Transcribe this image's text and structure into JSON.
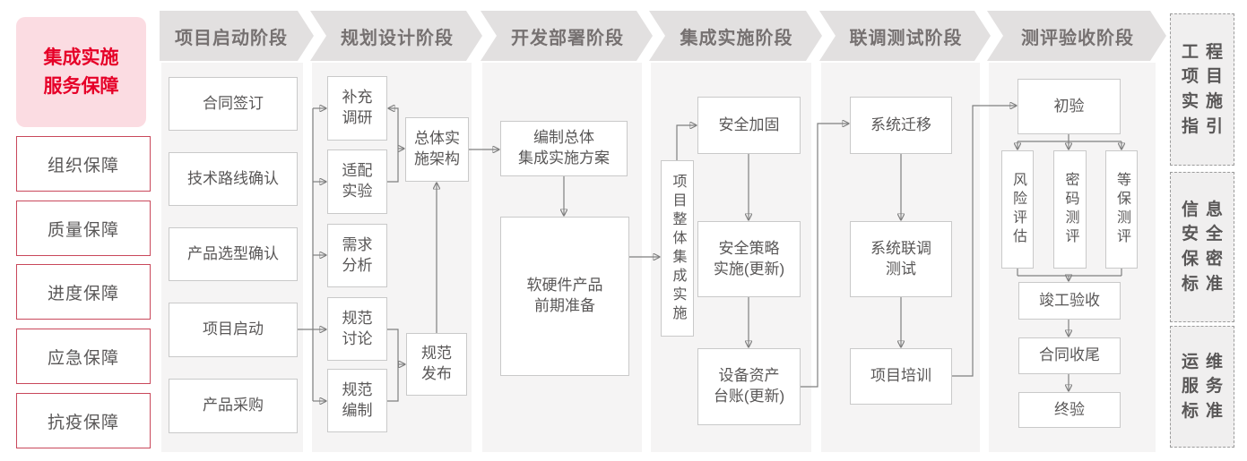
{
  "title_panel": {
    "label": "集成实施\n服务保障"
  },
  "sidebar_items": [
    "组织保障",
    "质量保障",
    "进度保障",
    "应急保障",
    "抗疫保障"
  ],
  "phases": [
    {
      "label": "项目启动阶段",
      "boxes": [
        "合同签订",
        "技术路线确认",
        "产品选型确认",
        "项目启动",
        "产品采购"
      ]
    },
    {
      "label": "规划设计阶段",
      "boxes": [
        "补充\n调研",
        "适配\n实验",
        "需求\n分析",
        "规范\n讨论",
        "规范\n编制",
        "总体实\n施架构",
        "规范\n发布"
      ]
    },
    {
      "label": "开发部署阶段",
      "boxes": [
        "编制总体\n集成实施方案",
        "软硬件产品\n前期准备"
      ]
    },
    {
      "label": "集成实施阶段",
      "boxes": [
        "项目整体集成实施",
        "安全加固",
        "安全策略\n实施(更新)",
        "设备资产\n台账(更新)"
      ]
    },
    {
      "label": "联调测试阶段",
      "boxes": [
        "系统迁移",
        "系统联调\n测试",
        "项目培训"
      ]
    },
    {
      "label": "测评验收阶段",
      "boxes": [
        "初验",
        "风险评估",
        "密码测评",
        "等保测评",
        "竣工验收",
        "合同收尾",
        "终验"
      ]
    }
  ],
  "standards": [
    "工程\n项目\n实施\n指引",
    "信息\n安全\n保密\n标准",
    "运维\n服务\n标准"
  ],
  "colors": {
    "accent_red": "#e60028",
    "border_red": "#c9485b",
    "pink_bg": "#fbdce2",
    "chevron_gray": "#e2e0e0",
    "chevron_text": "#767171",
    "panel_gray": "#f5f4f4",
    "box_border": "#c9c9c9",
    "text_gray": "#595757",
    "line_gray": "#7f7f7f",
    "dashed_border": "#9b9b9b",
    "dashed_bg": "#f0efef"
  }
}
